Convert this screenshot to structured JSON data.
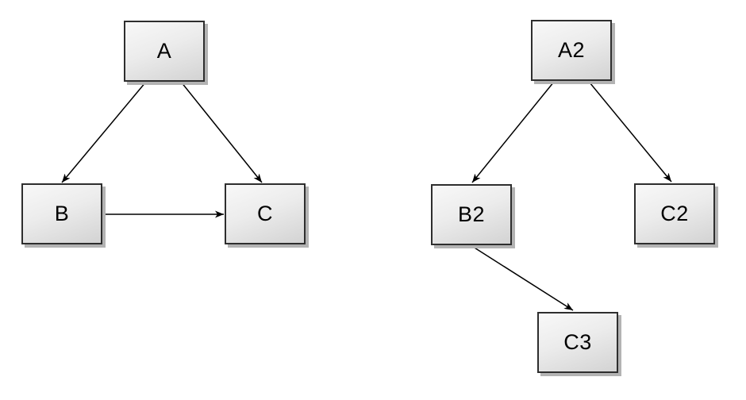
{
  "colors": {
    "background": "#ffffff",
    "node_fill_top": "#f8f8f8",
    "node_fill_bottom": "#d3d3d3",
    "node_border": "#2e2e2e",
    "node_shadow": "#b3b3b3",
    "edge": "#000000",
    "label": "#000000"
  },
  "left_graph": {
    "nodes": [
      {
        "id": "A",
        "label": "A"
      },
      {
        "id": "B",
        "label": "B"
      },
      {
        "id": "C",
        "label": "C"
      }
    ],
    "edges": [
      {
        "from": "A",
        "to": "B"
      },
      {
        "from": "A",
        "to": "C"
      },
      {
        "from": "B",
        "to": "C"
      }
    ]
  },
  "right_graph": {
    "nodes": [
      {
        "id": "A2",
        "label": "A2"
      },
      {
        "id": "B2",
        "label": "B2"
      },
      {
        "id": "C2",
        "label": "C2"
      },
      {
        "id": "C3",
        "label": "C3"
      }
    ],
    "edges": [
      {
        "from": "A2",
        "to": "B2"
      },
      {
        "from": "A2",
        "to": "C2"
      },
      {
        "from": "B2",
        "to": "C3"
      }
    ]
  }
}
